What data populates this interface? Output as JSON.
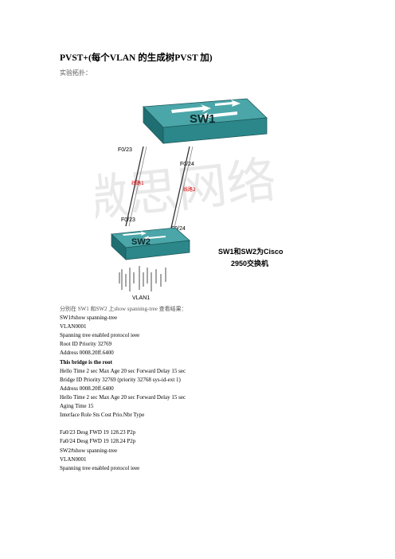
{
  "doc": {
    "title": "PVST+(每个VLAN 的生成树PVST 加)",
    "subtitle": "实验拓扑：",
    "lines": [
      {
        "text": "分别在 SW1 和SW2 上show spanning-tree 查看结果：",
        "bold": false,
        "intro": true
      },
      {
        "text": "SW1#show spanning-tree",
        "bold": false
      },
      {
        "text": "VLAN0001",
        "bold": false
      },
      {
        "text": "Spanning tree enabled protocol ieee",
        "bold": false
      },
      {
        "text": "Root ID Priority 32769",
        "bold": false
      },
      {
        "text": "Address 0008.20ff.6400",
        "bold": false
      },
      {
        "text": "This bridge is the root",
        "bold": true
      },
      {
        "text": "Hello Time 2 sec Max Age 20 sec Forward Delay 15 sec",
        "bold": false
      },
      {
        "text": "Bridge ID Priority 32769 (priority 32768 sys-id-ext 1)",
        "bold": false
      },
      {
        "text": "Address 0008.20ff.6400",
        "bold": false
      },
      {
        "text": "Hello Time 2 sec Max Age 20 sec Forward Delay 15 sec",
        "bold": false
      },
      {
        "text": "Aging Time 15",
        "bold": false
      },
      {
        "text": "Interface Role Sts Cost Prio.Nbr Type",
        "bold": false
      },
      {
        "text": "",
        "bold": false
      },
      {
        "text": "Fa0/23 Desg FWD 19 128.23 P2p",
        "bold": false
      },
      {
        "text": "Fa0/24 Desg FWD 19 128.24 P2p",
        "bold": false
      },
      {
        "text": "SW2#show spanning-tree",
        "bold": false
      },
      {
        "text": "VLAN0001",
        "bold": false
      },
      {
        "text": "Spanning tree enabled protocol ieee",
        "bold": false
      }
    ]
  },
  "diagram": {
    "sw1_label": "SW1",
    "sw2_label": "SW2",
    "sw1_port_a": "F0/23",
    "sw1_port_b": "F0/24",
    "sw2_port_a": "F0/23",
    "sw2_port_b": "F0/24",
    "link1_tag": "线路1",
    "link2_tag": "线路2",
    "vlan_label": "VLAN1",
    "note_line1": "SW1和SW2为Cisco",
    "note_line2": "2950交换机",
    "watermark": "微思网络",
    "colors": {
      "switch_top": "#4aa6a8",
      "switch_side": "#1f6e72",
      "switch_front": "#2b878a",
      "arrow": "#ffffff",
      "cable": "#333333",
      "red_text": "#d40000"
    },
    "icons": [
      "switch-icon",
      "vlan-hosts-icon"
    ]
  }
}
